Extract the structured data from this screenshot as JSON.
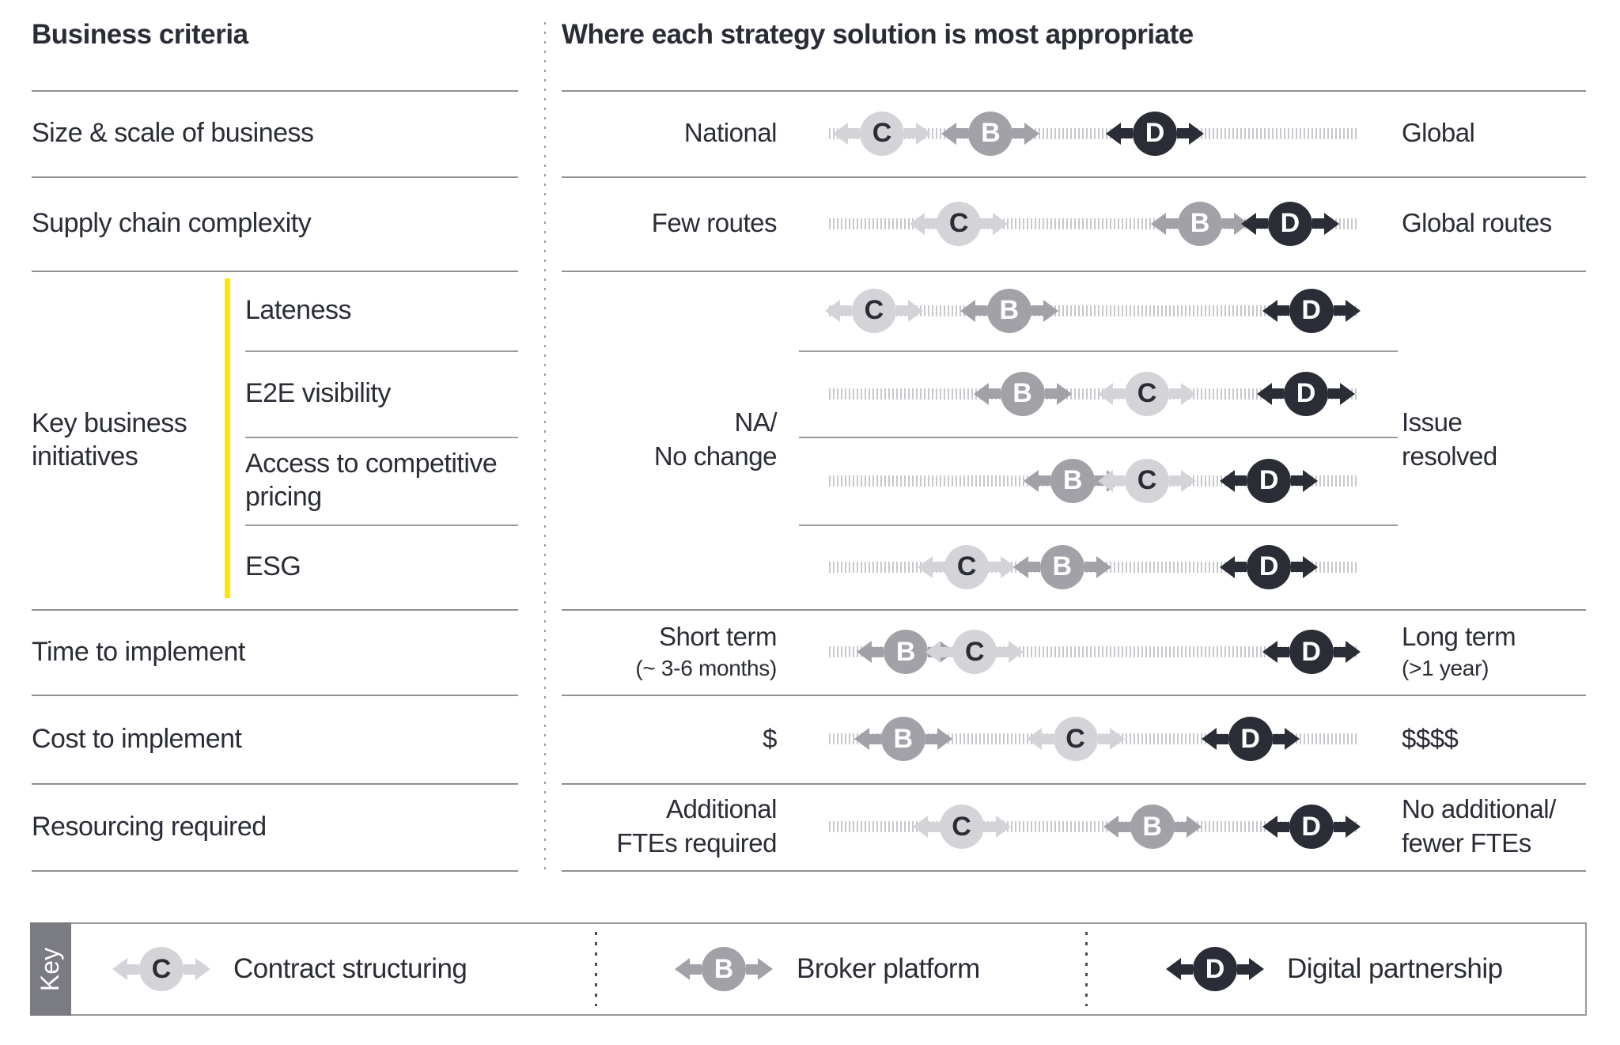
{
  "headers": {
    "left": "Business criteria",
    "right": "Where each strategy solution is most appropriate"
  },
  "palette": {
    "accent_yellow": "#ffe600",
    "text_dark": "#2a2d36",
    "divider_gray": "#8f8f97",
    "track_dash_gray": "#c8c8cd",
    "key_tab_gray": "#7b7b83"
  },
  "strategies": {
    "C": {
      "letter": "C",
      "name": "Contract structuring",
      "bg": "#d4d4d8",
      "fg": "#2a2d36"
    },
    "B": {
      "letter": "B",
      "name": "Broker platform",
      "bg": "#a1a1a7",
      "fg": "#ffffff"
    },
    "D": {
      "letter": "D",
      "name": "Digital partnership",
      "bg": "#2a2d36",
      "fg": "#ffffff"
    }
  },
  "rows": [
    {
      "id": "size-scale",
      "criterion": "Size & scale of business",
      "left": [
        "National"
      ],
      "right": [
        "Global"
      ],
      "markers": [
        {
          "s": "C",
          "pos": 10
        },
        {
          "s": "B",
          "pos": 30.5
        },
        {
          "s": "D",
          "pos": 61.5
        }
      ]
    },
    {
      "id": "supply-chain",
      "criterion": "Supply chain complexity",
      "left": [
        "Few routes"
      ],
      "right": [
        "Global routes"
      ],
      "markers": [
        {
          "s": "C",
          "pos": 24.5
        },
        {
          "s": "B",
          "pos": 70
        },
        {
          "s": "D",
          "pos": 87
        }
      ]
    },
    {
      "id": "key-initiatives",
      "criterion": "Key business initiatives",
      "left": [
        "NA/",
        "No change"
      ],
      "right": [
        "Issue",
        "resolved"
      ],
      "sub_rows": [
        {
          "label": "Lateness",
          "markers": [
            {
              "s": "C",
              "pos": 8.5
            },
            {
              "s": "B",
              "pos": 34
            },
            {
              "s": "D",
              "pos": 91
            }
          ]
        },
        {
          "label": "E2E visibility",
          "markers": [
            {
              "s": "B",
              "pos": 36.5
            },
            {
              "s": "C",
              "pos": 60
            },
            {
              "s": "D",
              "pos": 90
            }
          ]
        },
        {
          "label": "Access to competitive pricing",
          "markers": [
            {
              "s": "B",
              "pos": 46
            },
            {
              "s": "C",
              "pos": 60
            },
            {
              "s": "D",
              "pos": 83
            }
          ]
        },
        {
          "label": "ESG",
          "markers": [
            {
              "s": "C",
              "pos": 26
            },
            {
              "s": "B",
              "pos": 44
            },
            {
              "s": "D",
              "pos": 83
            }
          ]
        }
      ]
    },
    {
      "id": "time",
      "criterion": "Time to implement",
      "left": [
        "Short term"
      ],
      "left_sub": "(~ 3-6 months)",
      "right": [
        "Long term"
      ],
      "right_sub": "(>1 year)",
      "markers": [
        {
          "s": "B",
          "pos": 14.5
        },
        {
          "s": "C",
          "pos": 27.5
        },
        {
          "s": "D",
          "pos": 91
        }
      ]
    },
    {
      "id": "cost",
      "criterion": "Cost to implement",
      "left": [
        "$"
      ],
      "right": [
        "$$$$"
      ],
      "markers": [
        {
          "s": "B",
          "pos": 14
        },
        {
          "s": "C",
          "pos": 46.5
        },
        {
          "s": "D",
          "pos": 79.5
        }
      ]
    },
    {
      "id": "resourcing",
      "criterion": "Resourcing required",
      "left": [
        "Additional",
        "FTEs required"
      ],
      "right": [
        "No additional/",
        "fewer FTEs"
      ],
      "markers": [
        {
          "s": "C",
          "pos": 25
        },
        {
          "s": "B",
          "pos": 61
        },
        {
          "s": "D",
          "pos": 91
        }
      ]
    }
  ],
  "key": {
    "label": "Key",
    "items": [
      "C",
      "B",
      "D"
    ]
  }
}
